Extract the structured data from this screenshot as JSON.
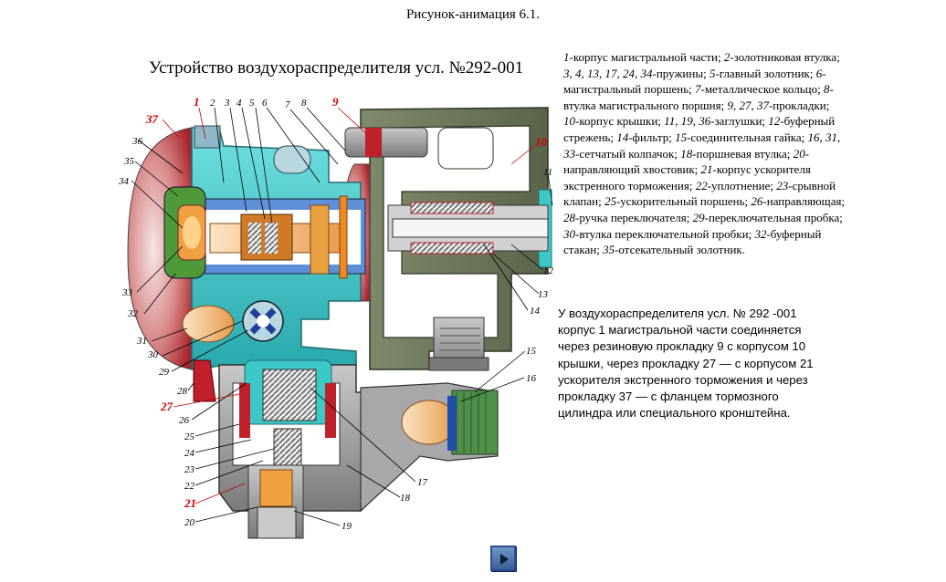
{
  "caption": "Рисунок-анимация 6.1.",
  "title": "Устройство воздухораспределителя усл. №292-001",
  "legend": [
    {
      "num": "1",
      "text": "-корпус магистральной части; "
    },
    {
      "num": "2",
      "text": "-золотниковая втулка; "
    },
    {
      "num": "3, 4, 13, 17, 24, 34",
      "text": "-пружины; "
    },
    {
      "num": "5",
      "text": "-главный золотник; "
    },
    {
      "num": "6",
      "text": "-магистральный поршень; "
    },
    {
      "num": "7",
      "text": "-металлическое кольцо; "
    },
    {
      "num": "8",
      "text": "-втулка магистрального поршня; "
    },
    {
      "num": "9, 27, 37",
      "text": "-прокладки; "
    },
    {
      "num": "10",
      "text": "-корпус крышки; "
    },
    {
      "num": "11, 19, 36",
      "text": "-заглушки; "
    },
    {
      "num": "12",
      "text": "-буферный стрежень; "
    },
    {
      "num": "14",
      "text": "-фильтр; "
    },
    {
      "num": "15",
      "text": "-соединительная гайка; "
    },
    {
      "num": "16, 31, 33",
      "text": "-сетчатый колпачок; "
    },
    {
      "num": "18",
      "text": "-поршневая втулка; "
    },
    {
      "num": "20",
      "text": "-направляющий хвостовик; "
    },
    {
      "num": "21",
      "text": "-корпус ускорителя экстренного торможения; "
    },
    {
      "num": "22",
      "text": "-уплотнение; "
    },
    {
      "num": "23",
      "text": "-срывной клапан; "
    },
    {
      "num": "25",
      "text": "-ускорительный поршень; "
    },
    {
      "num": "26",
      "text": "-направляющая; "
    },
    {
      "num": "28",
      "text": "-ручка переключателя; "
    },
    {
      "num": "29",
      "text": "-переключательная пробка; "
    },
    {
      "num": "30",
      "text": "-втулка переключательной пробки; "
    },
    {
      "num": "32",
      "text": "-буферный стакан; "
    },
    {
      "num": "35",
      "text": "-отсекательный золотник."
    }
  ],
  "description": "У воздухораспределителя усл. № 292 -001 корпус 1 магистральной части соединяется через резиновую прокладку 9 с корпусом 10 крышки, через прокладку 27 — с корпусом 21 ускорителя экстренного торможения и через прокладку 37 — с фланцем тормозного цилиндра или специального кронштейна.",
  "callouts": {
    "c1": "1",
    "c2": "2",
    "c3": "3",
    "c4": "4",
    "c5": "5",
    "c6": "6",
    "c7": "7",
    "c8": "8",
    "c9": "9",
    "c10": "10",
    "c11": "11",
    "c12": "12",
    "c13": "13",
    "c14": "14",
    "c15": "15",
    "c16": "16",
    "c17": "17",
    "c18": "18",
    "c19": "19",
    "c20": "20",
    "c21": "21",
    "c22": "22",
    "c23": "23",
    "c24": "24",
    "c25": "25",
    "c26": "26",
    "c27": "27",
    "c28": "28",
    "c29": "29",
    "c30": "30",
    "c31": "31",
    "c32": "32",
    "c33": "33",
    "c34": "34",
    "c35": "35",
    "c36": "36",
    "c37": "37"
  },
  "colors": {
    "body_cyan": "#3cc8c8",
    "cover_olive": "#6e7a5e",
    "accel_gray": "#8c8c8c",
    "gasket_red": "#c0202a",
    "spool_orange": "#d07a28",
    "callout_red": "#cc0000"
  },
  "controls": {
    "play_icon": "play-icon"
  }
}
